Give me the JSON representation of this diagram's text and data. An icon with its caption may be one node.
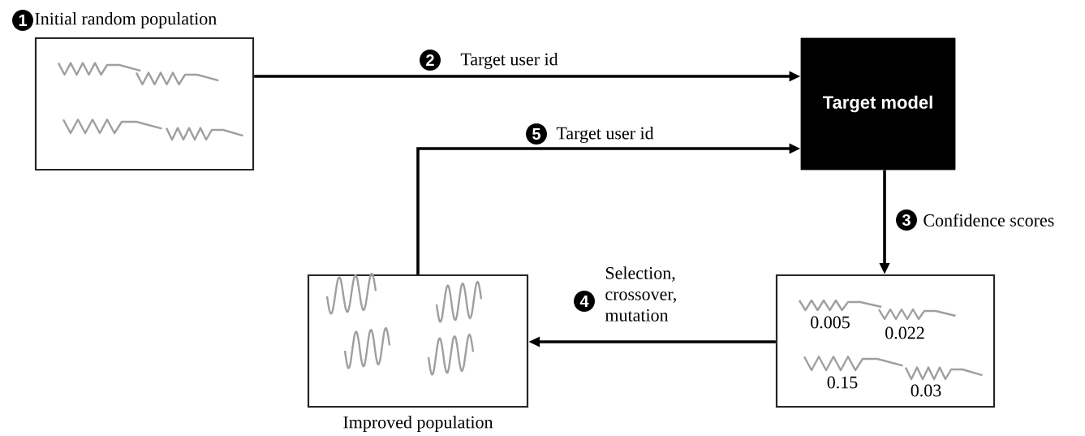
{
  "diagram": {
    "nodes": [
      {
        "text": [
          "Initial random population"
        ]
      },
      {
        "text": [
          "Target model"
        ]
      },
      {
        "text": [
          "0.005",
          "0.022",
          "0.15",
          "0.03"
        ]
      },
      {
        "text": [
          "Improved population"
        ]
      }
    ],
    "edges": [
      {
        "from": 0,
        "to": 1,
        "arrow": "to",
        "label": "Target user id"
      },
      {
        "from": 3,
        "to": 1,
        "arrow": "to",
        "label": "Target user id"
      },
      {
        "from": 1,
        "to": 2,
        "arrow": "to",
        "label": "Confidence scores"
      },
      {
        "from": 2,
        "to": 3,
        "arrow": "to",
        "label": "Selection, crossover, mutation"
      }
    ],
    "labels": [
      "1",
      "2",
      "5",
      "3",
      "4"
    ]
  }
}
